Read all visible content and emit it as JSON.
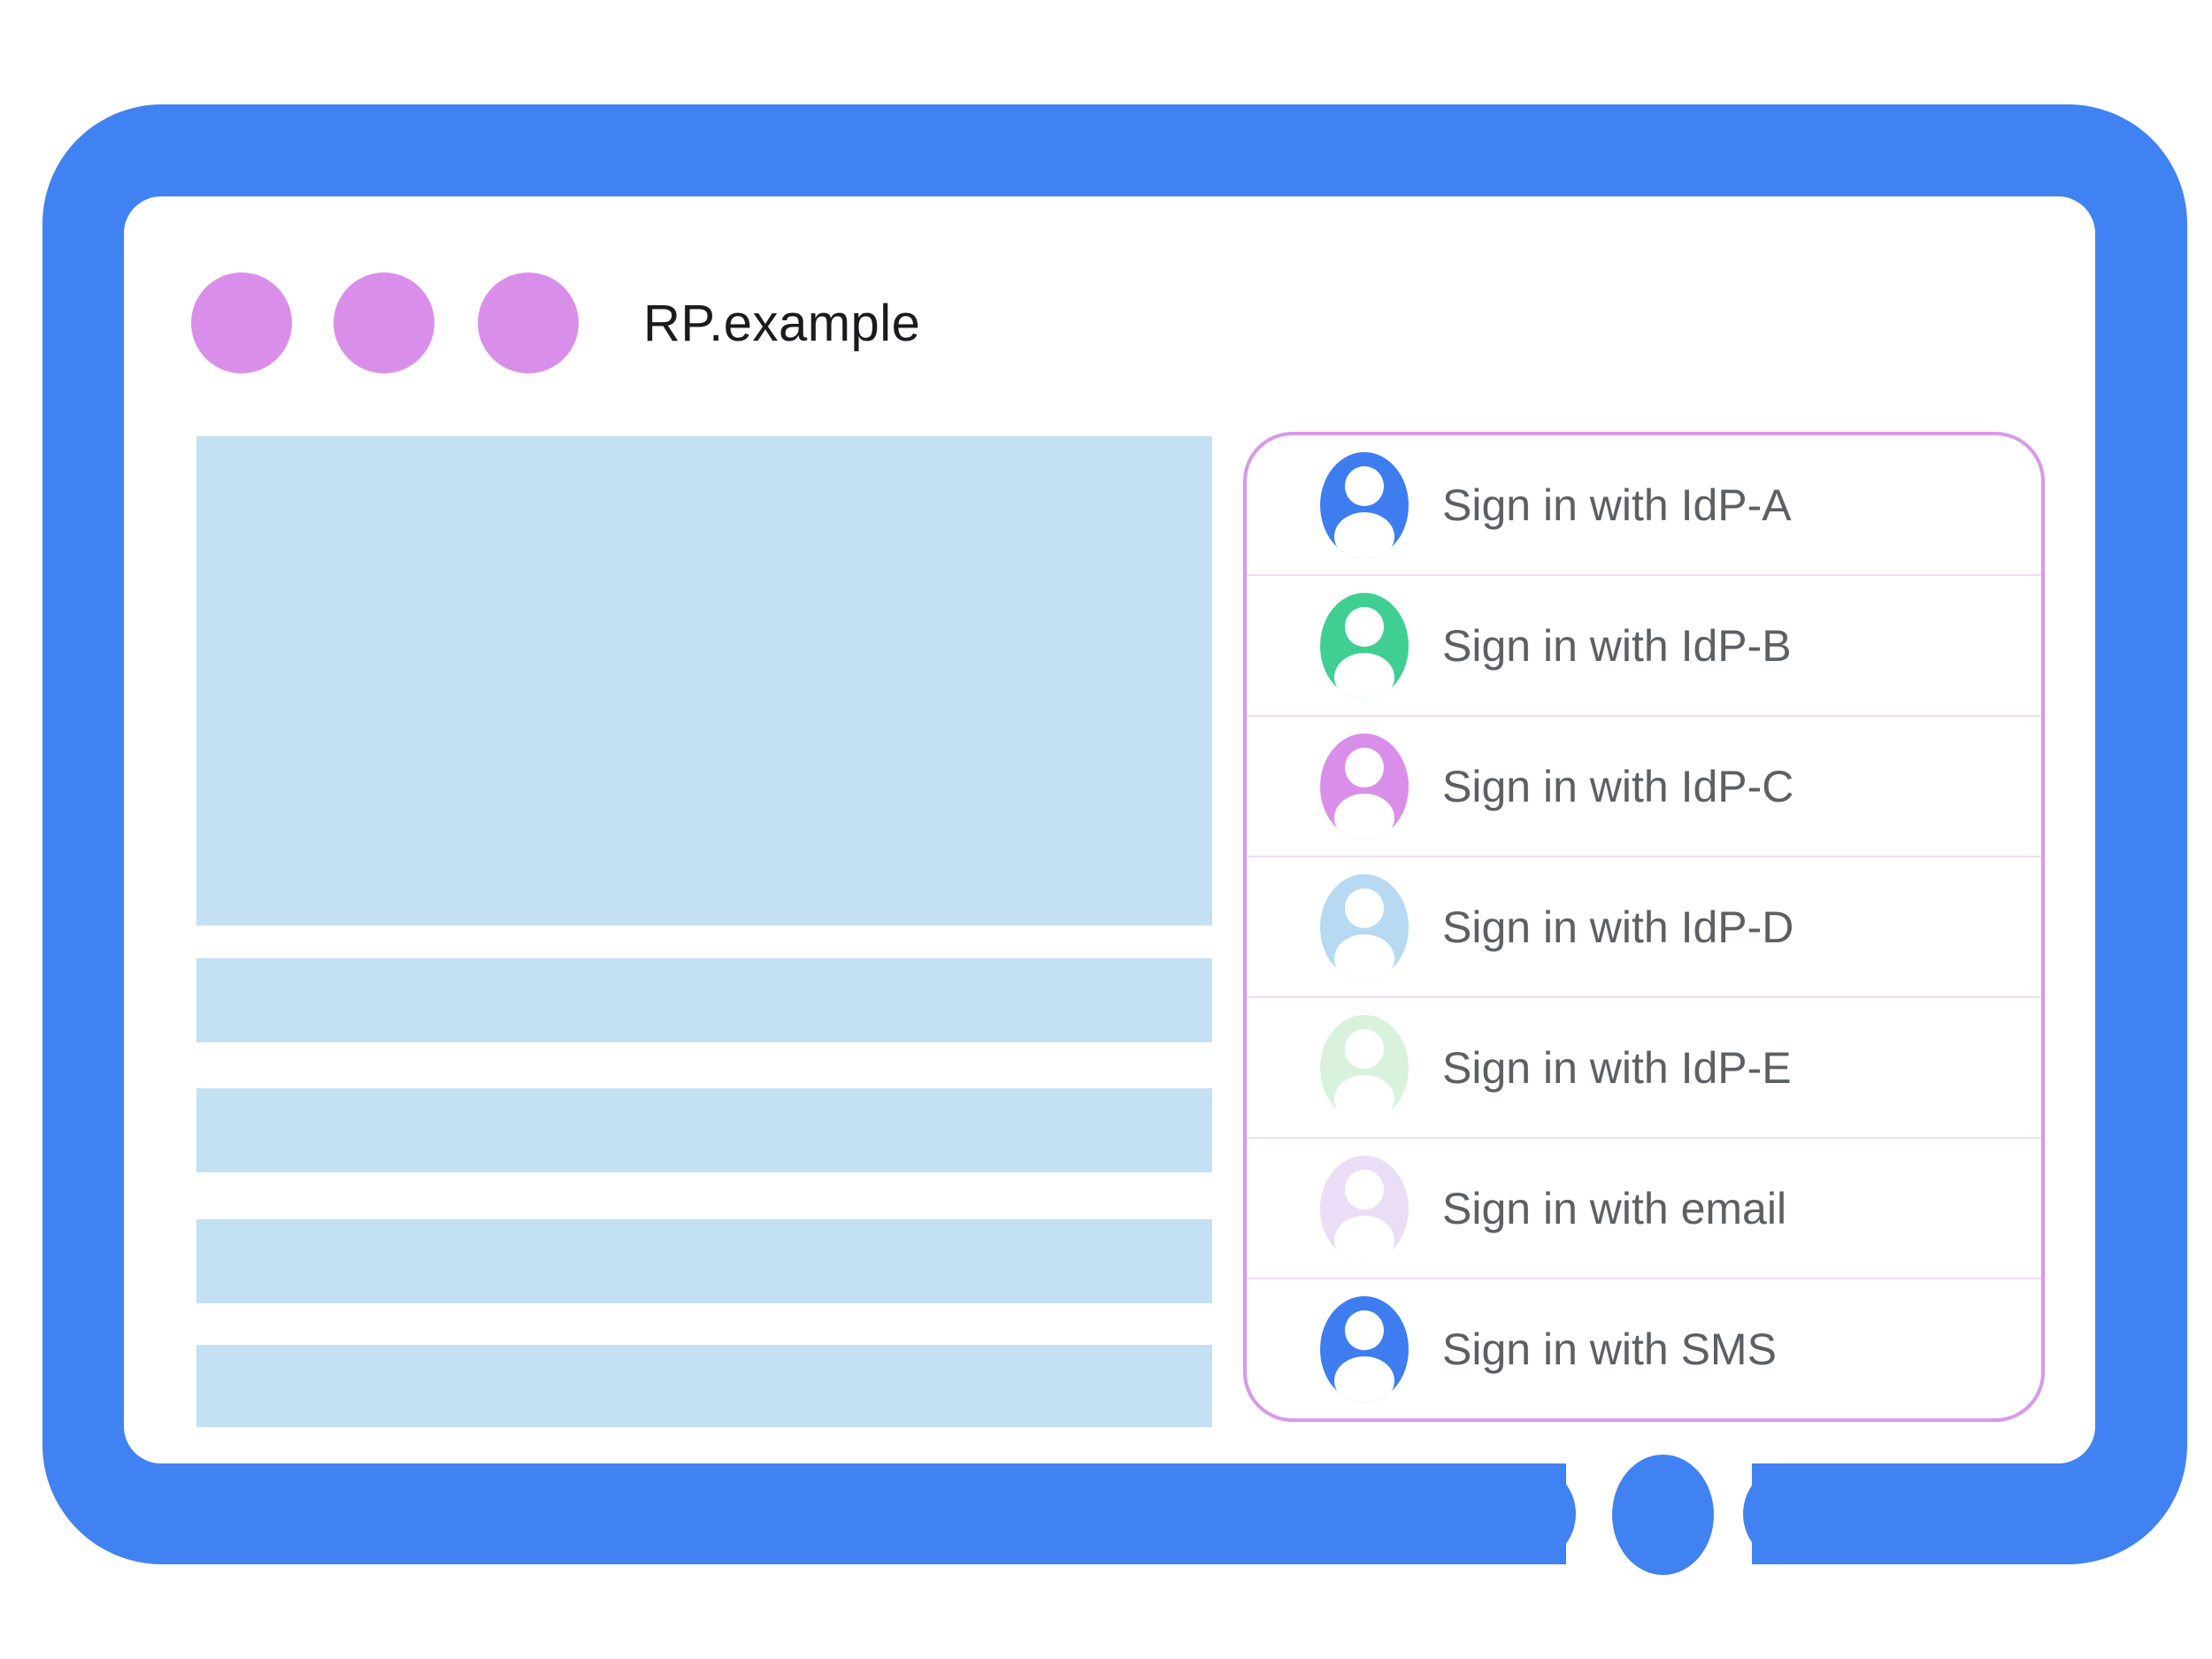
{
  "window": {
    "browser_title": "RP.example",
    "window_controls_count": 3
  },
  "colors": {
    "frame_blue": "#4182F2",
    "window_dot_orchid": "#D98FE9",
    "placeholder_blue": "#C4E1F4",
    "panel_border_purple": "#D999EB",
    "row_divider_pink": "#F2DAF5",
    "label_gray": "#5C6065",
    "title_black": "#1A1B1E"
  },
  "placeholder_blocks": {
    "hero_blocks": 1,
    "text_bars": 4
  },
  "signin_panel": {
    "options": [
      {
        "label": "Sign in with IdP-A",
        "avatar_color": "#3D7DF0",
        "avatar_style": "background:#3D7DF0"
      },
      {
        "label": "Sign in with IdP-B",
        "avatar_color": "#3FCF92",
        "avatar_style": "background:#3FCF92"
      },
      {
        "label": "Sign in with IdP-C",
        "avatar_color": "#D98FE9",
        "avatar_style": "background:#D98FE9"
      },
      {
        "label": "Sign in with IdP-D",
        "avatar_color": "#B7D9F2",
        "avatar_style": "background:#B7D9F2"
      },
      {
        "label": "Sign in with IdP-E",
        "avatar_color": "#D9F2DC",
        "avatar_style": "background:#D9F2DC"
      },
      {
        "label": "Sign in with email",
        "avatar_color": "#EBDDF5",
        "avatar_style": "background:#EBDDF5"
      },
      {
        "label": "Sign in with SMS",
        "avatar_color": "#3D7DF0",
        "avatar_style": "background:#3D7DF0"
      }
    ]
  }
}
